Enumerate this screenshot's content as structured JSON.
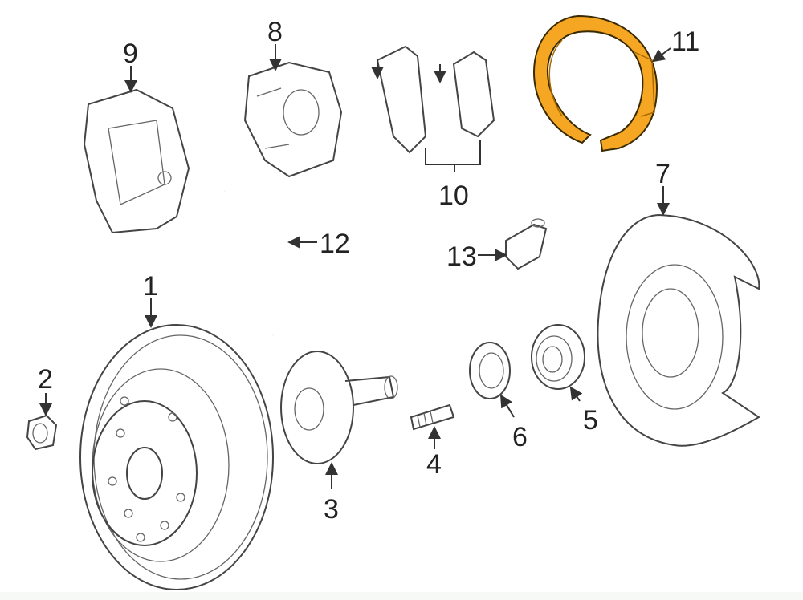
{
  "diagram": {
    "title_hidden": null,
    "callouts": [
      "1",
      "2",
      "3",
      "4",
      "5",
      "6",
      "7",
      "8",
      "9",
      "10",
      "11",
      "12",
      "13"
    ],
    "highlight_color": "#f5a623",
    "highlighted_part": "11"
  }
}
